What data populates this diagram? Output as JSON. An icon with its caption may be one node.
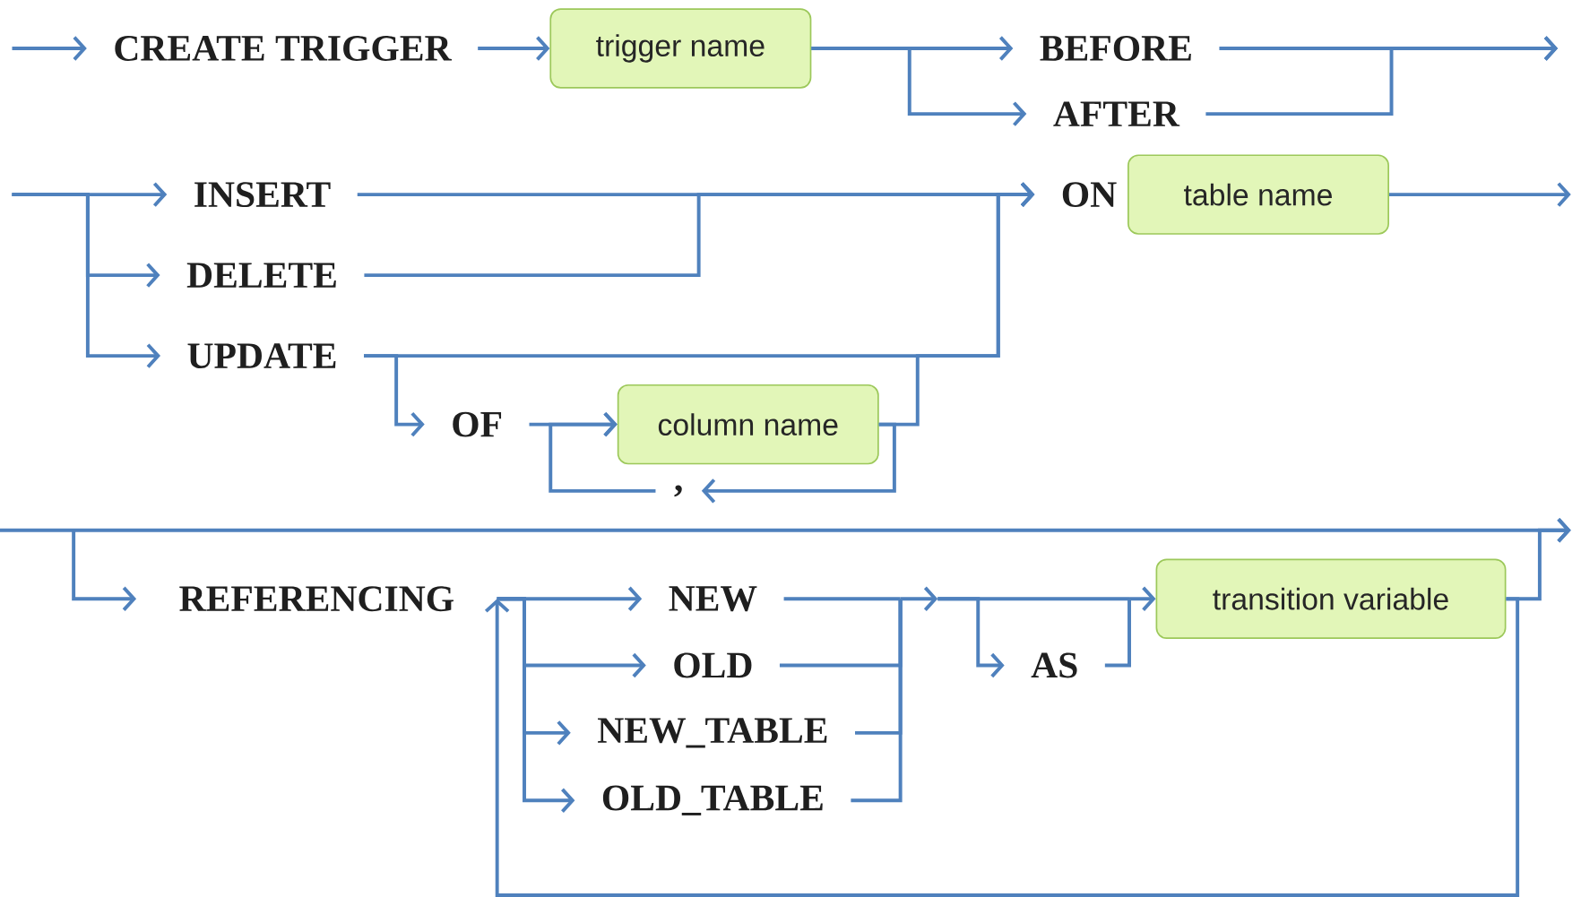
{
  "diagram": {
    "nodes": [
      {
        "text": [
          "CREATE TRIGGER"
        ]
      },
      {
        "text": [
          "trigger name"
        ]
      },
      {
        "text": [
          "BEFORE"
        ]
      },
      {
        "text": [
          "AFTER"
        ]
      },
      {
        "text": [
          "INSERT"
        ]
      },
      {
        "text": [
          "DELETE"
        ]
      },
      {
        "text": [
          "UPDATE"
        ]
      },
      {
        "text": [
          "ON"
        ]
      },
      {
        "text": [
          "table name"
        ]
      },
      {
        "text": [
          "OF"
        ]
      },
      {
        "text": [
          "column name"
        ]
      },
      {
        "text": [
          ","
        ]
      },
      {
        "text": [
          "REFERENCING"
        ]
      },
      {
        "text": [
          "NEW"
        ]
      },
      {
        "text": [
          "OLD"
        ]
      },
      {
        "text": [
          "NEW_TABLE"
        ]
      },
      {
        "text": [
          "OLD_TABLE"
        ]
      },
      {
        "text": [
          "AS"
        ]
      },
      {
        "text": [
          "transition variable"
        ]
      }
    ],
    "edges": [
      {
        "from": null,
        "to": 0,
        "arrow": "to"
      },
      {
        "from": 0,
        "to": 1,
        "arrow": "to"
      },
      {
        "from": 1,
        "to": 2,
        "arrow": "to"
      },
      {
        "from": 1,
        "to": 3,
        "arrow": "to"
      },
      {
        "from": 2,
        "to": null,
        "arrow": "to"
      },
      {
        "from": 3,
        "to": null,
        "arrow": "to"
      },
      {
        "from": null,
        "to": 4,
        "arrow": "to"
      },
      {
        "from": null,
        "to": 5,
        "arrow": "to"
      },
      {
        "from": null,
        "to": 6,
        "arrow": "to"
      },
      {
        "from": 4,
        "to": 7,
        "arrow": "to"
      },
      {
        "from": 5,
        "to": 7,
        "arrow": "to"
      },
      {
        "from": 6,
        "to": 7,
        "arrow": "to"
      },
      {
        "from": 6,
        "to": 9,
        "arrow": "to"
      },
      {
        "from": 9,
        "to": 10,
        "arrow": "to"
      },
      {
        "from": 10,
        "to": 7,
        "arrow": "to"
      },
      {
        "from": 10,
        "to": 11,
        "arrow": "to"
      },
      {
        "from": 11,
        "to": 10,
        "arrow": "to"
      },
      {
        "from": 8,
        "to": null,
        "arrow": "to"
      },
      {
        "from": null,
        "to": 12,
        "arrow": "to"
      },
      {
        "from": 12,
        "to": 13,
        "arrow": "to"
      },
      {
        "from": 12,
        "to": 14,
        "arrow": "to"
      },
      {
        "from": 12,
        "to": 15,
        "arrow": "to"
      },
      {
        "from": 12,
        "to": 16,
        "arrow": "to"
      },
      {
        "from": 13,
        "to": 18,
        "arrow": "to"
      },
      {
        "from": 14,
        "to": 18,
        "arrow": "to"
      },
      {
        "from": 15,
        "to": 18,
        "arrow": "to"
      },
      {
        "from": 16,
        "to": 18,
        "arrow": "to"
      },
      {
        "from": 13,
        "to": 17,
        "arrow": "to"
      },
      {
        "from": 14,
        "to": 17,
        "arrow": "to"
      },
      {
        "from": 15,
        "to": 17,
        "arrow": "to"
      },
      {
        "from": 16,
        "to": 17,
        "arrow": "to"
      },
      {
        "from": 17,
        "to": 18,
        "arrow": "to"
      },
      {
        "from": 18,
        "to": null,
        "arrow": "to"
      },
      {
        "from": 18,
        "to": 12,
        "arrow": "to"
      }
    ]
  }
}
